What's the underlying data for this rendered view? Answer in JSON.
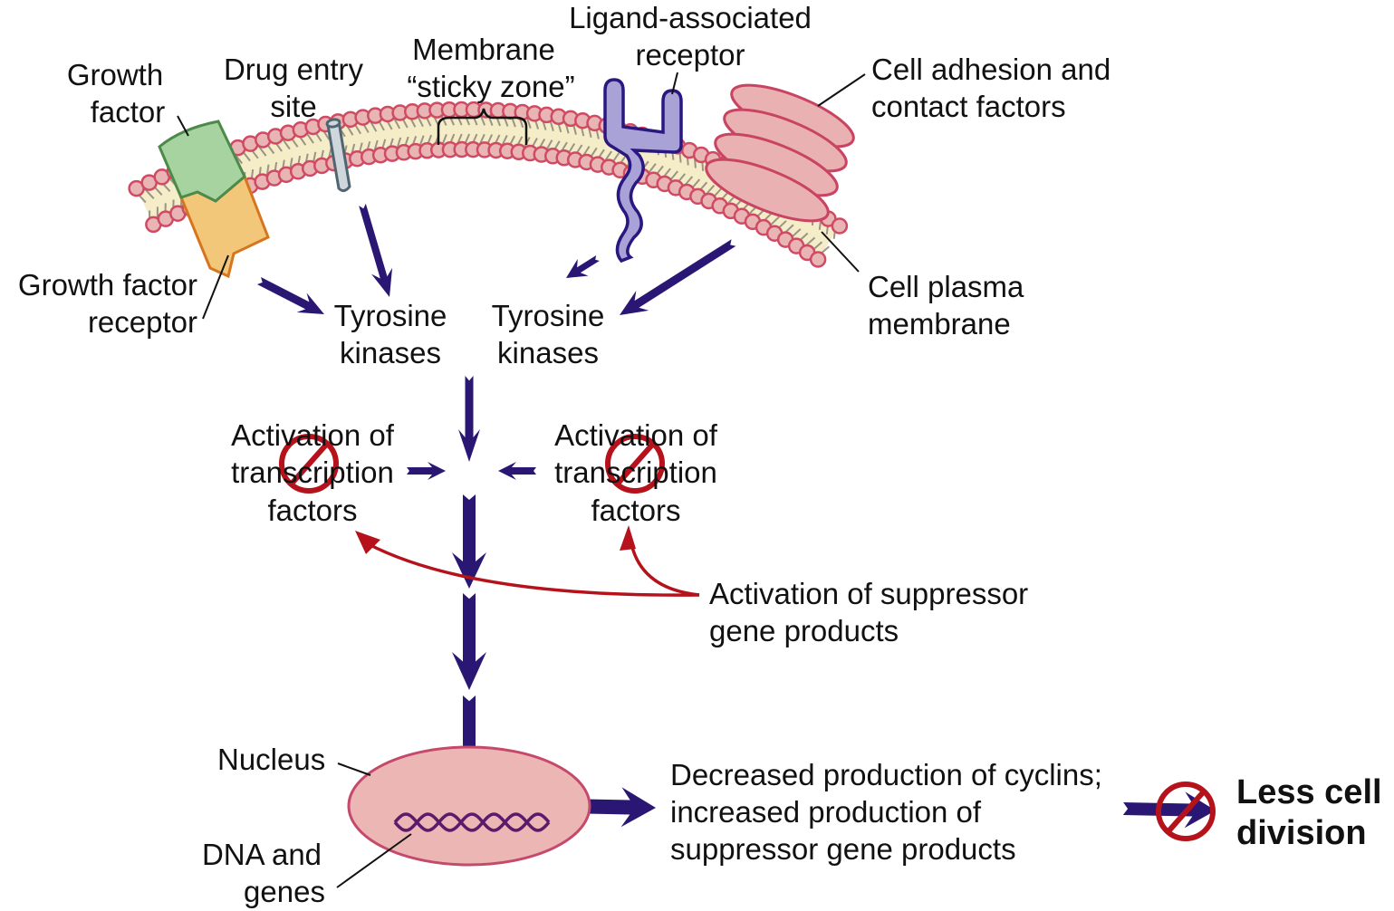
{
  "colors": {
    "arrow_blue": "#2a1673",
    "inhibit_red": "#b5121b",
    "membrane_head_fill": "#e8b4b4",
    "membrane_head_stroke": "#d04a64",
    "membrane_core": "#f5ecc8",
    "lipid_tail": "#9a9488",
    "growth_factor_fill": "#a6d3a0",
    "growth_factor_stroke": "#4d8a4a",
    "gf_receptor_fill": "#f2c77a",
    "gf_receptor_stroke": "#d7751e",
    "drug_site_fill": "#cfd6dc",
    "drug_site_stroke": "#4f6670",
    "ligand_receptor_fill": "#a9a2d6",
    "ligand_receptor_stroke": "#2a1780",
    "adhesion_fill": "#e9b1b1",
    "adhesion_stroke": "#c94462",
    "nucleus_fill": "#ebb6b4",
    "nucleus_stroke": "#c4496a",
    "dna": "#5b1a6b"
  },
  "labels": {
    "growth_factor": [
      "Growth",
      "factor"
    ],
    "drug_entry_site": [
      "Drug entry",
      "site"
    ],
    "membrane_sticky_zone": [
      "Membrane",
      "“sticky zone”"
    ],
    "ligand_associated_receptor": [
      "Ligand-associated",
      "receptor"
    ],
    "cell_adhesion": [
      "Cell adhesion and",
      "contact factors"
    ],
    "growth_factor_receptor": [
      "Growth factor",
      "receptor"
    ],
    "tyrosine_kinases_left": [
      "Tyrosine",
      "kinases"
    ],
    "tyrosine_kinases_right": [
      "Tyrosine",
      "kinases"
    ],
    "cell_plasma_membrane": [
      "Cell plasma",
      "membrane"
    ],
    "transcription_left": [
      "Activation of",
      "transcription",
      "factors"
    ],
    "transcription_right": [
      "Activation of",
      "transcription",
      "factors"
    ],
    "suppressor_products": [
      "Activation of suppressor",
      "gene products"
    ],
    "nucleus": "Nucleus",
    "dna_genes": [
      "DNA and",
      "genes"
    ],
    "outcome": [
      "Decreased production of cyclins;",
      "increased production of",
      "suppressor gene products"
    ],
    "result": [
      "Less cell",
      "division"
    ]
  }
}
